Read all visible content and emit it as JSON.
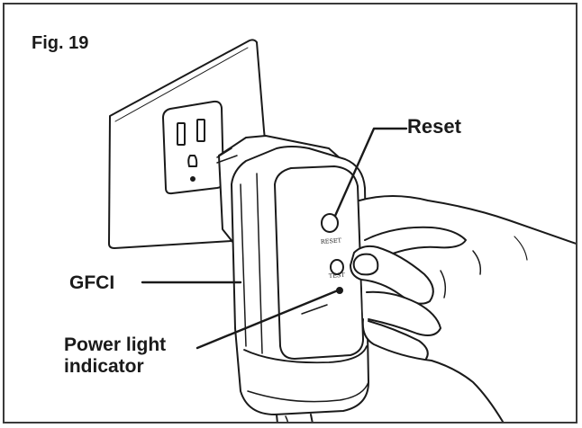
{
  "figure": {
    "title": "Fig. 19"
  },
  "callouts": {
    "reset": "Reset",
    "gfci": "GFCI",
    "power_line1": "Power light",
    "power_line2": "indicator"
  },
  "device_buttons": {
    "reset_text": "RESET",
    "test_text": "TEST"
  },
  "colors": {
    "ink": "#1a1a1a",
    "frame": "#3a3a3a",
    "background": "#ffffff"
  },
  "icons": [
    "wall-outlet",
    "gfci-plug",
    "hand"
  ]
}
